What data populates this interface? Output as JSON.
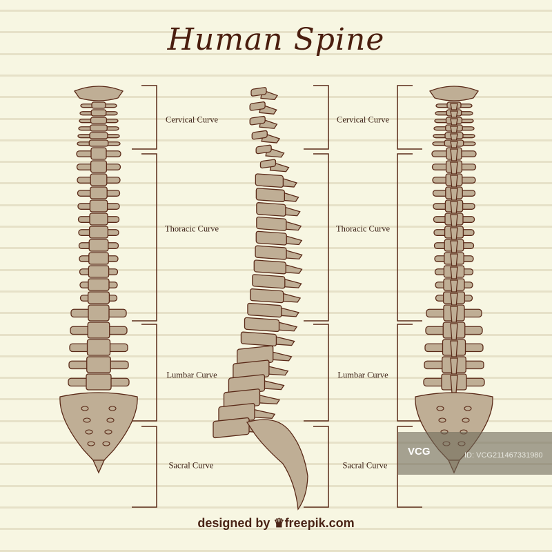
{
  "title": "Human Spine",
  "labels": [
    "Cervical Curve",
    "Thoracic Curve",
    "Lumbar Curve",
    "Sacral Curve"
  ],
  "footer": {
    "prefix": "designed by",
    "brand": "freepik.com"
  },
  "watermark": {
    "logo": "VCG",
    "id": "ID: VCG211467331980"
  },
  "colors": {
    "background": "#f7f6e2",
    "rule": "#e6e1c8",
    "bone": "#bfae95",
    "outline": "#5a2a18",
    "ink": "#3a1f14"
  }
}
